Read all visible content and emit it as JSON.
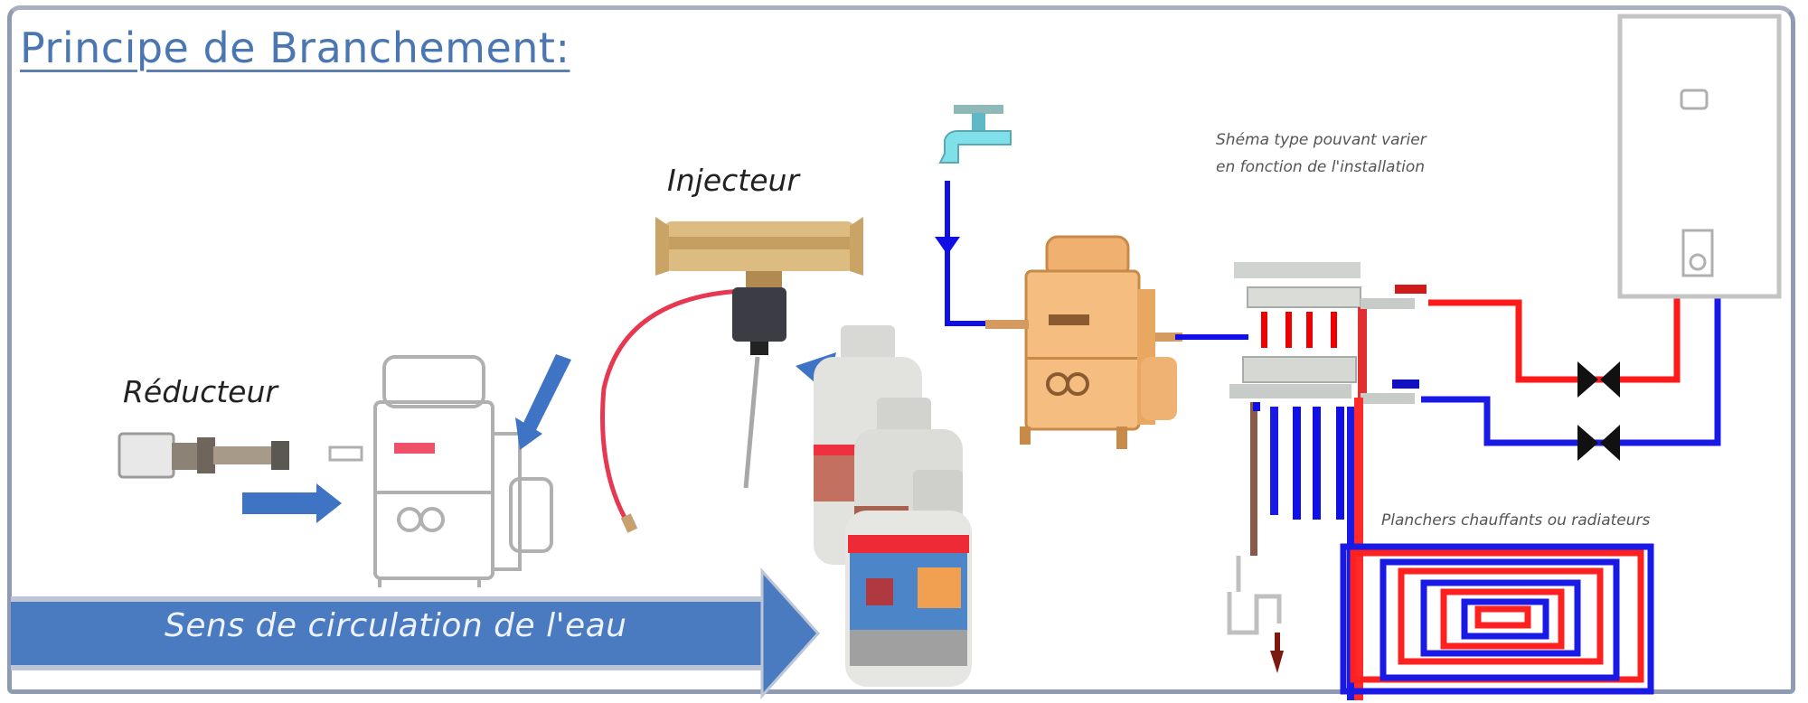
{
  "title": "Principe de Branchement:",
  "labels": {
    "reducteur": "Réducteur",
    "injecteur": "Injecteur"
  },
  "notes": {
    "schema_line1": "Shéma type pouvant varier",
    "schema_line2": "en fonction de l'installation",
    "planchers": "Planchers chauffants ou radiateurs"
  },
  "banner": {
    "text": "Sens de circulation de l'eau",
    "color": "#4a7ac0"
  },
  "colors": {
    "hot_pipe": "#ff2020",
    "cold_pipe": "#1010e6",
    "arrow_blue": "#3f74c4",
    "frame": "#8f9bb3",
    "pump_orange": "#f2b877",
    "injector_brass": "#d9b677"
  },
  "components": [
    {
      "id": "reducteur",
      "icon": "pipe-reducer-icon"
    },
    {
      "id": "pump-outline",
      "icon": "flushing-pump-outline-icon"
    },
    {
      "id": "injecteur",
      "icon": "brass-injector-icon"
    },
    {
      "id": "product-bottles",
      "icon": "chemical-bottles-icon"
    },
    {
      "id": "water-tap",
      "icon": "water-tap-icon"
    },
    {
      "id": "pump-connected",
      "icon": "flushing-pump-icon"
    },
    {
      "id": "manifold",
      "icon": "heating-manifold-icon"
    },
    {
      "id": "boiler",
      "icon": "wall-boiler-icon"
    },
    {
      "id": "valves",
      "icon": "valve-icon"
    },
    {
      "id": "floor-heating",
      "icon": "floor-heating-loop-icon"
    },
    {
      "id": "drain",
      "icon": "drain-icon"
    }
  ]
}
